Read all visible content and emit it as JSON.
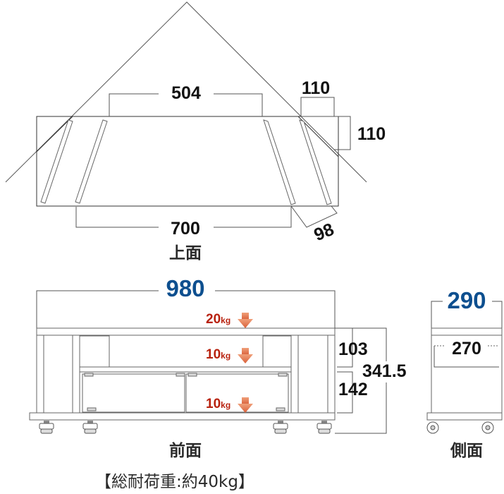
{
  "views": {
    "top": {
      "caption": "上面",
      "dim_inner_width": "504",
      "dim_corner_a": "110",
      "dim_corner_b": "110",
      "dim_front_width": "700",
      "dim_depth": "98"
    },
    "front": {
      "caption": "前面",
      "dim_total_width": "980",
      "dim_upper_height": "103",
      "dim_total_height": "341.5",
      "dim_lower_height": "142",
      "loads": [
        {
          "value": "20",
          "unit": "kg"
        },
        {
          "value": "10",
          "unit": "kg"
        },
        {
          "value": "10",
          "unit": "kg"
        }
      ]
    },
    "side": {
      "caption": "側面",
      "dim_depth": "290",
      "dim_inner_depth": "270"
    }
  },
  "footer": {
    "total_load": "【総耐荷重:約40kg】"
  },
  "colors": {
    "accent_blue": "#0d4f8f",
    "load_red": "#b8220f",
    "arrow_orange": "#e0734e"
  }
}
